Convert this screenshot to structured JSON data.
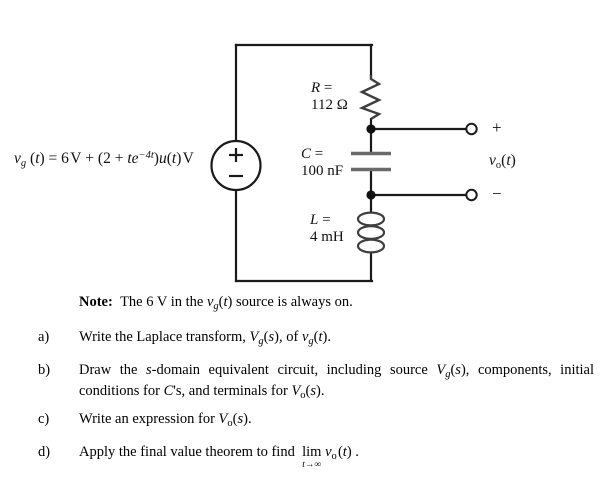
{
  "figure": {
    "source_equation": {
      "lhs_var": "v",
      "lhs_sub": "g",
      "full_text": "v_g(t) = 6 V + (2 + t e^{-4t}) u(t) V",
      "dc_term": "6 V",
      "transient_term": "(2 + te^{-4t})u(t) V"
    },
    "components": {
      "resistor": {
        "symbol": "R",
        "value": "112",
        "unit": "Ω",
        "label": "R = 112 Ω"
      },
      "capacitor": {
        "symbol": "C",
        "value": "100",
        "unit": "nF",
        "label": "C = 100 nF"
      },
      "inductor": {
        "symbol": "L",
        "value": "4",
        "unit": "mH",
        "label": "L = 4 mH"
      }
    },
    "terminals": {
      "plus": "+",
      "minus": "−",
      "output_label": "v_o(t)",
      "output_var": "v",
      "output_sub": "o",
      "output_arg": "(t)"
    },
    "source_symbol": {
      "plus": "+",
      "minus": "−",
      "type": "independent-voltage-source"
    },
    "colors": {
      "wire": "#1a1a1a",
      "component": "#3f3f3f",
      "background": "#ffffff",
      "text": "#111111"
    }
  },
  "note": {
    "label": "Note:",
    "text_before": "The 6 V in the",
    "var": "v",
    "var_sub": "g",
    "var_arg": "(t)",
    "text_after": "source is always on.",
    "full_text": "Note: The 6 V in the v_g(t) source is always on."
  },
  "questions": [
    {
      "marker": "a)",
      "text": "Write the Laplace transform, V_g(s), of v_g(t).",
      "parts": [
        "Write the Laplace transform, ",
        "V",
        "g",
        "(s)",
        ", of ",
        "v",
        "g",
        "(t)",
        "."
      ]
    },
    {
      "marker": "b)",
      "text": "Draw the s-domain equivalent circuit, including source V_g(s), components, initial conditions for C's, and terminals for V_o(s)."
    },
    {
      "marker": "c)",
      "text": "Write an expression for V_o(s)."
    },
    {
      "marker": "d)",
      "text": "Apply the final value theorem to find lim (t→∞) v_o(t).",
      "limit_operator": "lim",
      "limit_under": "t→∞"
    }
  ]
}
